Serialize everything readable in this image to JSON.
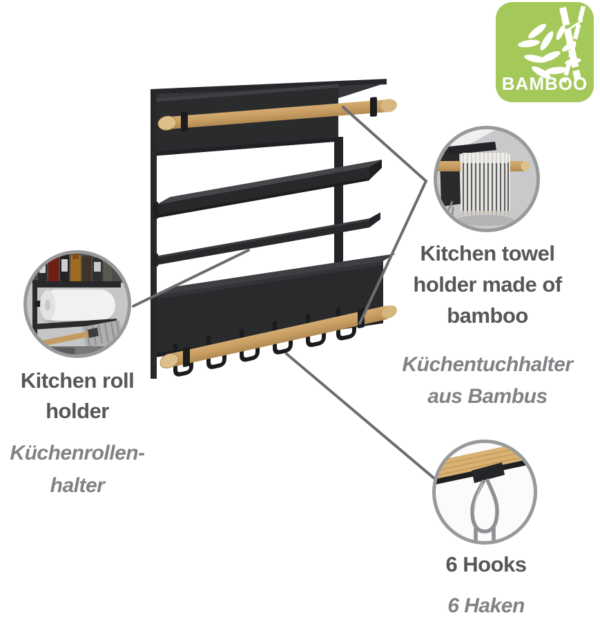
{
  "badge": {
    "label": "BAMBOO",
    "icon": "bamboo-icon",
    "bg_color": "#a5c85a",
    "text_color": "#ffffff"
  },
  "callouts": {
    "kitchen_towel": {
      "title_lines": [
        "Kitchen towel",
        "holder made of",
        "bamboo"
      ],
      "subtitle_lines": [
        "Küchentuchhalter",
        "aus Bambus"
      ]
    },
    "kitchen_roll": {
      "title_lines": [
        "Kitchen roll",
        "holder"
      ],
      "subtitle_lines": [
        "Küchenrollen-",
        "halter"
      ]
    },
    "hooks": {
      "title_lines": [
        "6 Hooks"
      ],
      "subtitle_lines": [
        "6 Haken"
      ]
    }
  },
  "colors": {
    "title_text": "#565759",
    "subtitle_text": "#808285",
    "leader_line": "#6a6c6e",
    "circle_ring": "#97999b",
    "rack_frame": "#28292b",
    "bamboo_rail": "#c79d62",
    "badge_green": "#a5c85a"
  }
}
